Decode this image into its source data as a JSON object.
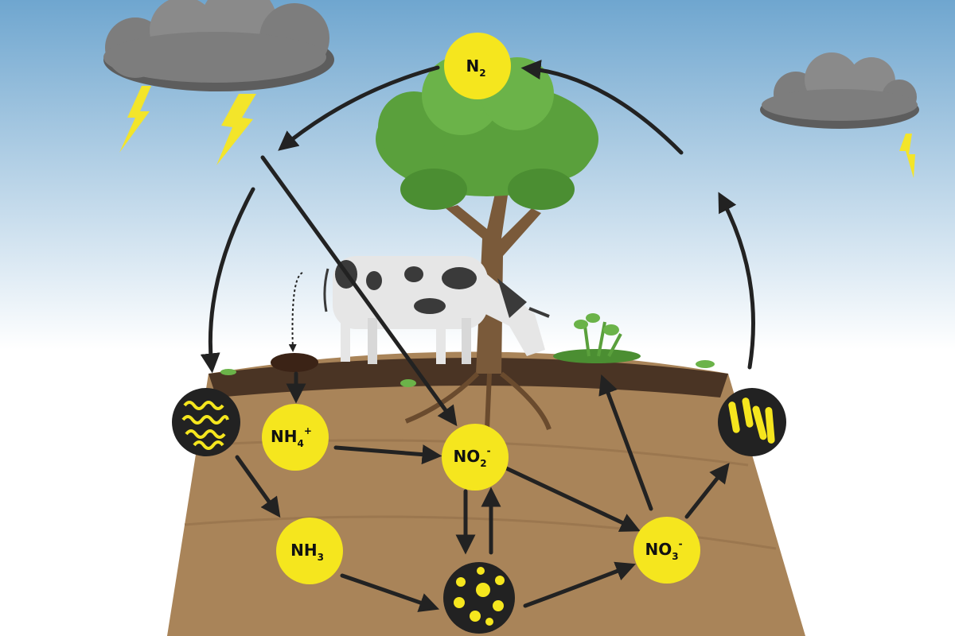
{
  "nodes": {
    "n2": {
      "base": "N",
      "sub": "2",
      "sup": ""
    },
    "nh4": {
      "base": "NH",
      "sub": "4",
      "sup": "+"
    },
    "no2": {
      "base": "NO",
      "sub": "2",
      "sup": "-"
    },
    "nh3": {
      "base": "NH",
      "sub": "3",
      "sup": ""
    },
    "no3": {
      "base": "NO",
      "sub": "3",
      "sup": "-"
    }
  },
  "colors": {
    "sky_top": "#6fa6cf",
    "sky_bottom": "#ffffff",
    "node_fill": "#f5e61e",
    "microbe_bg": "#222222",
    "arrow": "#222222",
    "soil_top": "#4a3424",
    "soil_fill": "#a98459",
    "tree_green": "#5aa03c",
    "cloud": "#7d7d7d",
    "lightning": "#f3e52a"
  },
  "icons": [
    "storm-cloud-icon",
    "small-cloud-icon",
    "lightning-icon",
    "tree-icon",
    "cow-icon",
    "plant-icon",
    "manure-icon",
    "nitrogen-fixing-bacteria-icon",
    "nitrifying-bacteria-icon",
    "denitrifying-bacteria-icon"
  ]
}
